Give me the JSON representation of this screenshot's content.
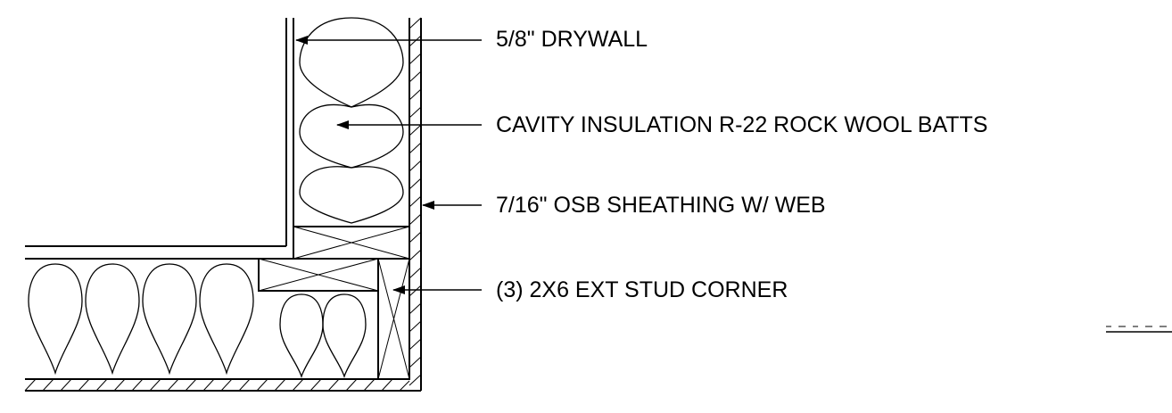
{
  "callouts": [
    {
      "id": "drywall",
      "text": "5/8\" DRYWALL"
    },
    {
      "id": "insulation",
      "text": "CAVITY INSULATION R-22 ROCK WOOL BATTS"
    },
    {
      "id": "sheathing",
      "text": "7/16\" OSB SHEATHING W/ WEB"
    },
    {
      "id": "stud",
      "text": "(3) 2X6 EXT STUD CORNER"
    }
  ]
}
